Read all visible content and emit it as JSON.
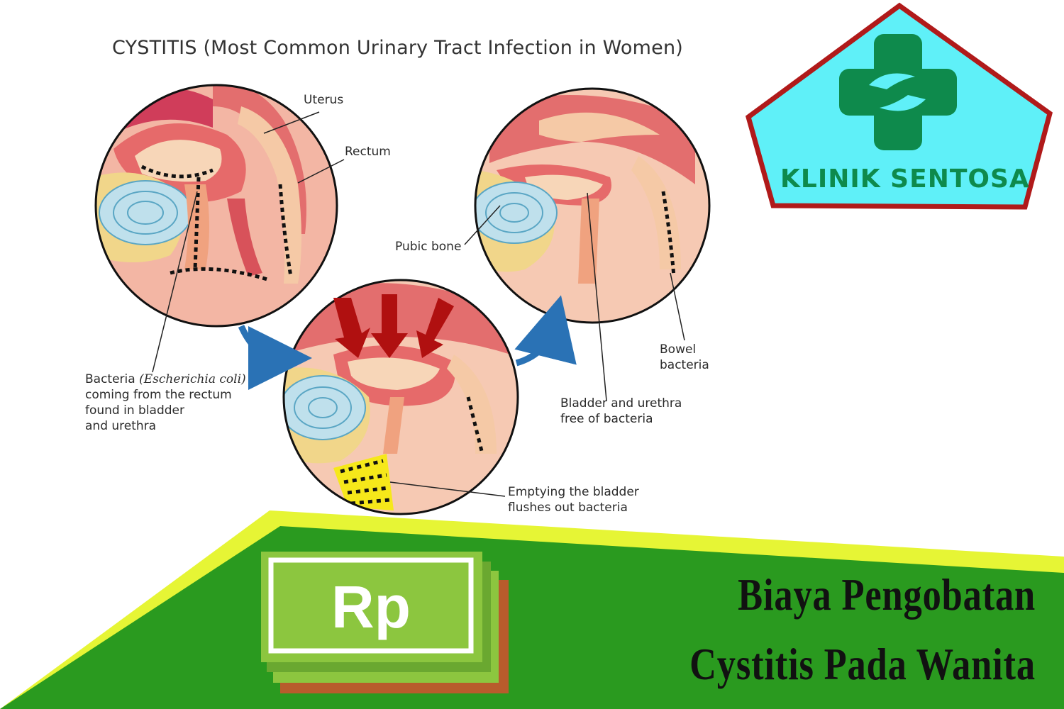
{
  "diagram": {
    "title": "CYSTITIS (Most Common Urinary Tract Infection in Women)",
    "labels": {
      "uterus": "Uterus",
      "rectum": "Rectum",
      "pubic_bone": "Pubic bone",
      "bowel_bacteria_1": "Bowel",
      "bowel_bacteria_2": "bacteria",
      "bacteria_1a": "Bacteria ",
      "bacteria_1b": "(Escherichia coli)",
      "bacteria_2": "coming from the rectum",
      "bacteria_3": "found in bladder",
      "bacteria_4": "and urethra",
      "free_1": "Bladder and urethra",
      "free_2": "free of bacteria",
      "empty_1": "Emptying the bladder",
      "empty_2": "flushes out bacteria"
    }
  },
  "logo": {
    "name": "KLINIK SENTOSA",
    "colors": {
      "fill": "#5ff0f8",
      "border": "#b01a1a",
      "cross": "#0e8a4c"
    }
  },
  "banner": {
    "currency": "Rp",
    "headline_line1": "Biaya Pengobatan",
    "headline_line2": "Cystitis Pada Wanita",
    "colors": {
      "green": "#2a9a1f",
      "lime": "#e6f535",
      "money_green": "#8cc63f",
      "money_brown": "#b85c2c"
    }
  },
  "icons": [
    "cross-hands-icon",
    "curved-arrow-icon",
    "down-arrow-icon",
    "money-stack-icon"
  ]
}
